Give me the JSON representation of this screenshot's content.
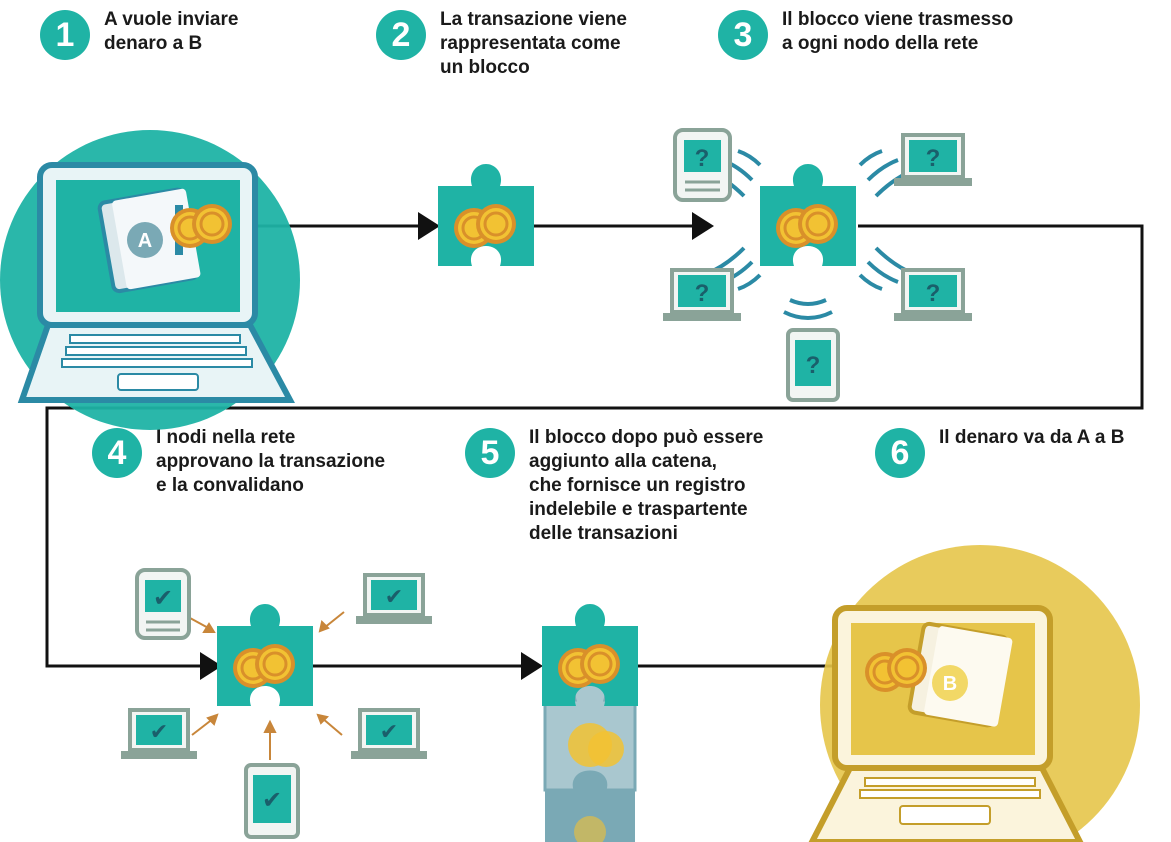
{
  "steps": [
    {
      "number": "1",
      "text": "A vuole inviare\ndenaro a B"
    },
    {
      "number": "2",
      "text": "La transazione viene\nrappresentata come\nun blocco"
    },
    {
      "number": "3",
      "text": "Il blocco viene trasmesso\na ogni nodo della rete"
    },
    {
      "number": "4",
      "text": "I nodi nella rete\napprovano la transazione\ne la convalidano"
    },
    {
      "number": "5",
      "text": "Il blocco dopo può essere\naggiunto alla catena,\nche fornisce un registro\nindelebile e traspartente\ndelle transazioni"
    },
    {
      "number": "6",
      "text": "Il denaro va da A a B"
    }
  ],
  "wallet_a_label": "A",
  "wallet_b_label": "B",
  "node_question_mark": "?",
  "node_check_mark": "✔",
  "colors": {
    "teal": "#1fb3a5",
    "teal_dark": "#1a8f86",
    "coin_gold": "#f2c233",
    "coin_orange": "#d9902a",
    "gold_bg": "#e6c54a",
    "laptop_blue": "#2b8aa5",
    "device_gray": "#8aa398",
    "chain_blue": "#7aa9b5",
    "arrow": "#111111",
    "small_arrow": "#c8863a"
  }
}
